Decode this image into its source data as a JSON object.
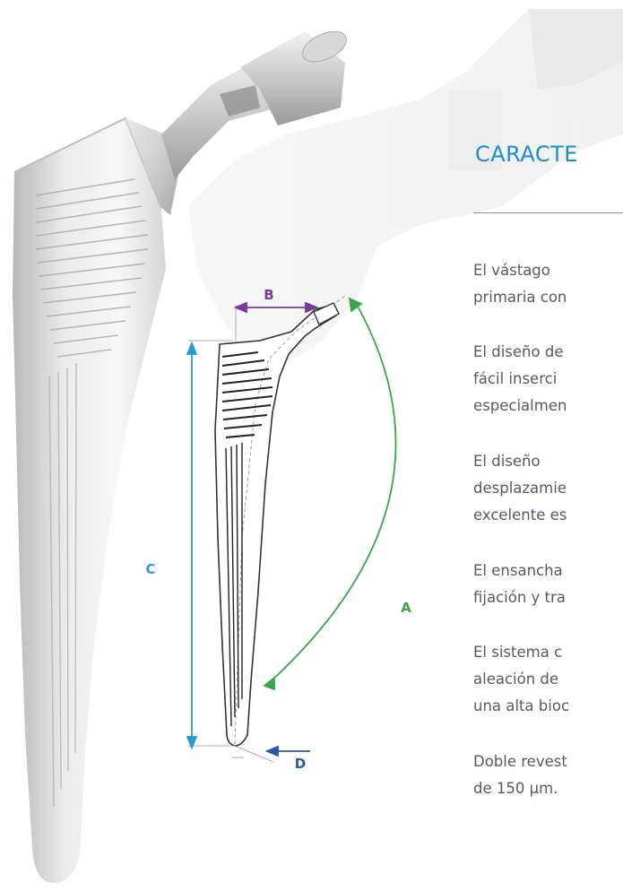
{
  "heading": "CARACTE",
  "paragraphs": [
    {
      "lines": [
        "El vástago",
        "primaria con"
      ]
    },
    {
      "lines": [
        "El diseño de",
        "fácil inserci",
        "especialmen"
      ]
    },
    {
      "lines": [
        "El diseño",
        "desplazamie",
        "excelente es"
      ]
    },
    {
      "lines": [
        "El ensancha",
        "fijación y tra"
      ]
    },
    {
      "lines": [
        "El sistema c",
        "aleación de",
        "una alta bioc"
      ]
    },
    {
      "lines": [
        "Doble revest",
        "de 150 µm."
      ]
    }
  ],
  "diagram": {
    "label_a": "A",
    "label_b": "B",
    "label_c": "C",
    "label_d": "D"
  },
  "colors": {
    "heading": "#1a8fc9",
    "text": "#555a66",
    "dim_a": "#3aa84a",
    "dim_b": "#7a3a9a",
    "dim_c": "#2a9ad6",
    "dim_d": "#2a5ab0"
  }
}
